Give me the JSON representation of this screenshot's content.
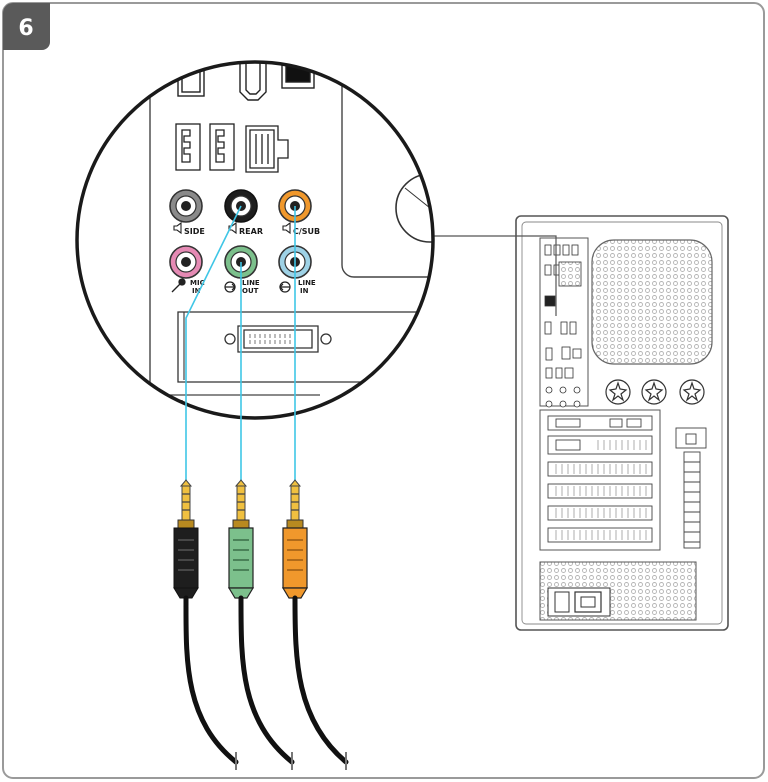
{
  "step": {
    "number": "6"
  },
  "ports": {
    "side": "SIDE",
    "rear": "REAR",
    "csub": "C/SUB",
    "mic_1": "MIC",
    "mic_2": "IN",
    "line_out_1": "LINE",
    "line_out_2": "OUT",
    "line_in_1": "LINE",
    "line_in_2": "IN"
  },
  "colors": {
    "badge": "#5a5a5a",
    "frame": "#9a9a9a",
    "cable_guide": "#3fc6e6",
    "jack_black": "#1e1e1e",
    "jack_green": "#7cc08c",
    "jack_orange": "#f0982c",
    "port_gray": "#8a8a8a",
    "port_pink": "#e58ab4",
    "port_blue": "#9ed2e6"
  }
}
